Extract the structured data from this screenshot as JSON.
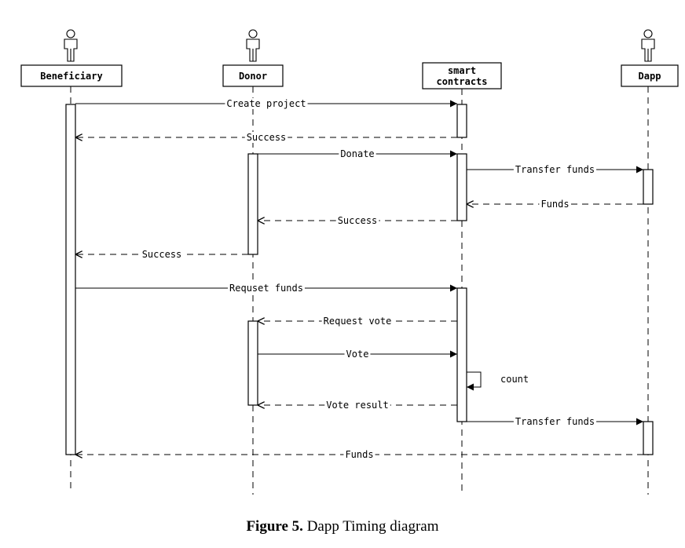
{
  "diagram": {
    "type": "sequence",
    "actors": [
      {
        "id": "beneficiary",
        "label": "Beneficiary",
        "icon": "person-icon"
      },
      {
        "id": "donor",
        "label": "Donor",
        "icon": "person-icon"
      },
      {
        "id": "contracts",
        "label_lines": [
          "smart",
          "contracts"
        ],
        "icon": "none"
      },
      {
        "id": "dapp",
        "label": "Dapp",
        "icon": "person-icon"
      }
    ],
    "messages": [
      {
        "from": "beneficiary",
        "to": "contracts",
        "label": "Create project",
        "style": "solid"
      },
      {
        "from": "contracts",
        "to": "beneficiary",
        "label": "Success",
        "style": "dashed"
      },
      {
        "from": "donor",
        "to": "contracts",
        "label": "Donate",
        "style": "solid"
      },
      {
        "from": "contracts",
        "to": "dapp",
        "label": "Transfer funds",
        "style": "solid"
      },
      {
        "from": "dapp",
        "to": "contracts",
        "label": "Funds",
        "style": "dashed"
      },
      {
        "from": "contracts",
        "to": "donor",
        "label": "Success",
        "style": "dashed"
      },
      {
        "from": "donor",
        "to": "beneficiary",
        "label": "Success",
        "style": "dashed"
      },
      {
        "from": "beneficiary",
        "to": "contracts",
        "label": "Requset funds",
        "style": "solid"
      },
      {
        "from": "contracts",
        "to": "donor",
        "label": "Request vote",
        "style": "dashed"
      },
      {
        "from": "donor",
        "to": "contracts",
        "label": "Vote",
        "style": "solid"
      },
      {
        "from": "contracts",
        "to": "contracts",
        "label": "count",
        "style": "self"
      },
      {
        "from": "contracts",
        "to": "donor",
        "label": "Vote result",
        "style": "dashed"
      },
      {
        "from": "contracts",
        "to": "dapp",
        "label": "Transfer funds",
        "style": "solid"
      },
      {
        "from": "dapp",
        "to": "beneficiary",
        "label": "Funds",
        "style": "dashed"
      }
    ]
  },
  "caption": {
    "prefix": "Figure 5.",
    "text": " Dapp Timing diagram"
  }
}
